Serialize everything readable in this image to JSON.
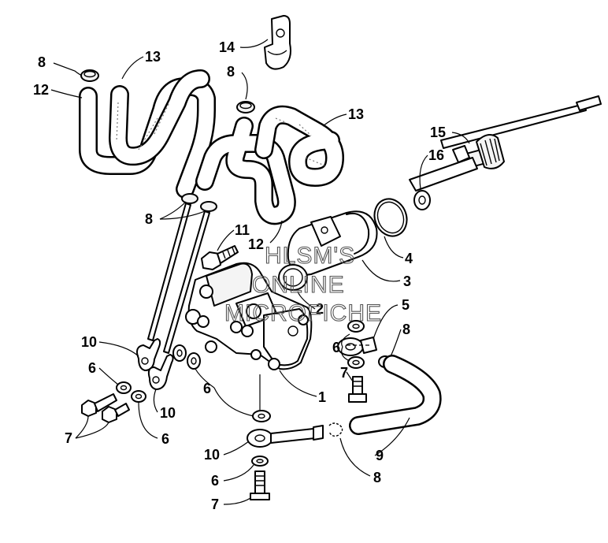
{
  "watermark": {
    "lines": [
      "HLSM'S",
      "ONLINE",
      "MICROFICHE"
    ]
  },
  "callouts": {
    "c1": "1",
    "c2": "2",
    "c3": "3",
    "c4": "4",
    "c5": "5",
    "c6a": "6",
    "c6b": "6",
    "c6c": "6",
    "c6d": "6",
    "c6e": "6",
    "c7a": "7",
    "c7b": "7",
    "c7c": "7",
    "c8a": "8",
    "c8b": "8",
    "c8c": "8",
    "c8d": "8",
    "c8e": "8",
    "c9": "9",
    "c10a": "10",
    "c10b": "10",
    "c10c": "10",
    "c11": "11",
    "c12a": "12",
    "c12b": "12",
    "c13a": "13",
    "c13b": "13",
    "c14": "14",
    "c15": "15",
    "c16": "16"
  }
}
